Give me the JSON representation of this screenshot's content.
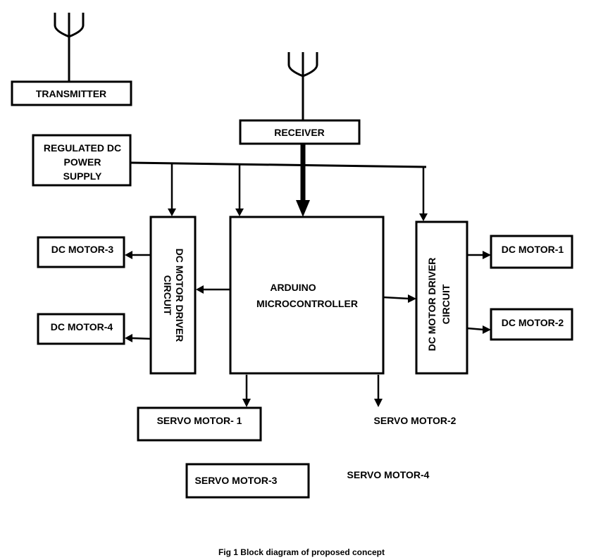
{
  "blocks": {
    "transmitter": "TRANSMITTER",
    "receiver": "RECEIVER",
    "power_supply": [
      "REGULATED DC",
      "POWER",
      "SUPPLY"
    ],
    "arduino": [
      "ARDUINO",
      "MICROCONTROLLER"
    ],
    "driver_left": [
      "DC MOTOR DRIVER",
      "CIRCUIT"
    ],
    "driver_right": [
      "DC MOTOR DRIVER",
      "CIRCUIT"
    ],
    "dc_motor_1": "DC MOTOR-1",
    "dc_motor_2": "DC MOTOR-2",
    "dc_motor_3": "DC MOTOR-3",
    "dc_motor_4": "DC MOTOR-4",
    "servo_motor_1": "SERVO MOTOR- 1",
    "servo_motor_2": "SERVO MOTOR-2",
    "servo_motor_3": "SERVO MOTOR-3",
    "servo_motor_4": "SERVO MOTOR-4"
  },
  "caption": "Fig 1 Block diagram of proposed concept"
}
